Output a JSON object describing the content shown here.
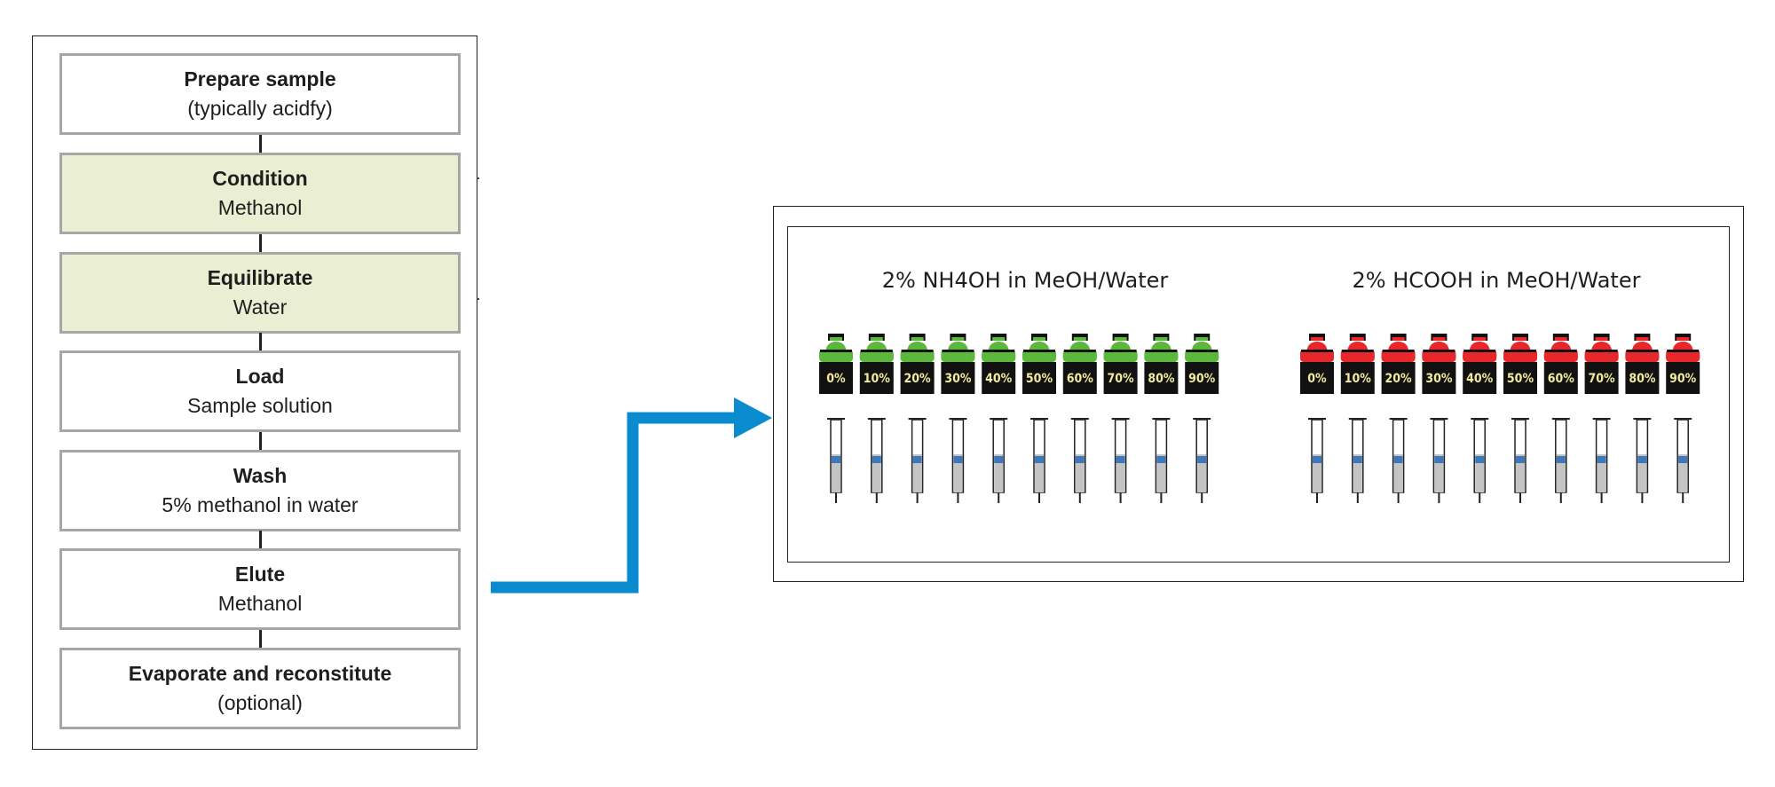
{
  "flow": {
    "steps": [
      {
        "title": "Prepare sample",
        "detail": "(typically acidfy)",
        "tinted": false
      },
      {
        "title": "Condition",
        "detail": "Methanol",
        "tinted": true
      },
      {
        "title": "Equilibrate",
        "detail": "Water",
        "tinted": true
      },
      {
        "title": "Load",
        "detail": "Sample solution",
        "tinted": false
      },
      {
        "title": "Wash",
        "detail": "5% methanol in water",
        "tinted": false
      },
      {
        "title": "Elute",
        "detail": "Methanol",
        "tinted": false
      },
      {
        "title": "Evaporate and reconstitute",
        "detail": "(optional)",
        "tinted": false
      }
    ]
  },
  "elution": {
    "groups": [
      {
        "title": "2% NH4OH in MeOH/Water",
        "cap_color": "#5cb83c",
        "percentages": [
          "0%",
          "10%",
          "20%",
          "30%",
          "40%",
          "50%",
          "60%",
          "70%",
          "80%",
          "90%"
        ]
      },
      {
        "title": "2% HCOOH in MeOH/Water",
        "cap_color": "#e8272b",
        "percentages": [
          "0%",
          "10%",
          "20%",
          "30%",
          "40%",
          "50%",
          "60%",
          "70%",
          "80%",
          "90%"
        ]
      }
    ]
  },
  "colors": {
    "arrow": "#0a8bd0",
    "step_tint": "#eaeed3",
    "step_border": "#a6a6a6",
    "jar_body": "#111111",
    "jar_label": "#f1eb9c",
    "column_fill": "#c4c4c4",
    "column_band": "#3f78b8"
  }
}
